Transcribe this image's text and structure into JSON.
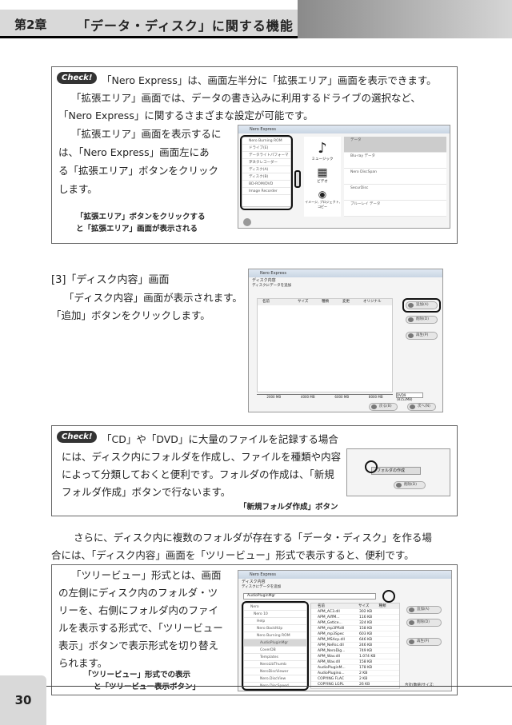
{
  "header": {
    "chapter": "第2章",
    "title": "「データ・ディスク」に関する機能"
  },
  "check_label": "Check!",
  "box1": {
    "lines": [
      "「Nero Express」は、画面左半分に「拡張エリア」画面を表示できます。",
      "「拡張エリア」画面では、データの書き込みに利用するドライブの選択など、",
      "「Nero Express」に関するさまざまな設定が可能です。",
      "「拡張エリア」画面を表示するに",
      "は、「Nero Express」画面左にあ",
      "る「拡張エリア」ボタンをクリック",
      "します。"
    ],
    "caption": [
      "「拡張エリア」ボタンをクリックする",
      "と「拡張エリア」画面が表示される"
    ]
  },
  "section3": {
    "heading": "[3]「ディスク内容」画面",
    "lines": [
      "「ディスク内容」画面が表示されます。",
      "「追加」ボタンをクリックします。"
    ]
  },
  "box2": {
    "lines": [
      "「CD」や「DVD」に大量のファイルを記録する場合",
      "には、ディスク内にフォルダを作成し、ファイルを種類や内容",
      "によって分類しておくと便利です。フォルダの作成は、「新規",
      "フォルダ作成」ボタンで行ないます。"
    ],
    "caption": "「新規フォルダ作成」ボタン"
  },
  "para": [
    "さらに、ディスク内に複数のフォルダが存在する「データ・ディスク」を作る場",
    "合には、「ディスク内容」画面を「ツリービュー」形式で表示すると、便利です。"
  ],
  "box3": {
    "lines": [
      "「ツリービュー」形式とは、画面",
      "の左側にディスク内のフォルダ・ツ",
      "リーを、右側にフォルダ内のファイ",
      "ルを表示する形式で、「ツリービュー",
      "表示」ボタンで表示形式を切り替え",
      "られます。"
    ],
    "caption": [
      "「ツリービュー」形式での表示",
      "と「ツリービュー表示ボタン」"
    ]
  },
  "screens": {
    "app_title": "Nero Express",
    "disc_content": "ディスク内容",
    "disc_sub": "ディスクにデータを追加",
    "add_button": "追加(A)",
    "delete_button": "削除(D)",
    "play_button": "再生(P)",
    "back_button": "戻る(B)",
    "next_button": "次へ(N)",
    "new_folder_button": "フォルダの作成",
    "columns": [
      "名前",
      "サイズ",
      "種類",
      "変更",
      "オリジナル"
    ],
    "scale": [
      "2000 MB",
      "4000 MB",
      "6000 MB",
      "8000 MB"
    ],
    "disc_type": "DVD9 (8152MB)",
    "total": "合計(数値)サイズ:",
    "tree_path": "AudioPluginMgr",
    "tree": [
      "Nero",
      "Nero 10",
      "Help",
      "Nero BackItUp",
      "Nero Burning ROM",
      "AudioPluginMgr",
      "CoverDB",
      "Templates",
      "NeroLibThumb",
      "NeroDiscViewer",
      "Nero.DiscView",
      "Nero DiscSpeed"
    ],
    "files": [
      "APM_AC3.dll",
      "APM_AiffM...",
      "APM_GetIce...",
      "APM_mp3PRdll",
      "APM_mp3Spec",
      "APM_MSAcp.dll",
      "APM_NeRsc.dll",
      "APM_NeroDig...",
      "APM_Wav.dll",
      "APM_Wav.dll",
      "AudioPluginM...",
      "AudioPlugino...",
      "COPYING FLAC",
      "COPYING LGPL"
    ],
    "sizes": [
      "302 KB",
      "116 KB",
      "324 KB",
      "158 KB",
      "603 KB",
      "646 KB",
      "246 KB",
      "749 KB",
      "1.074 KB",
      "158 KB",
      "178 KB",
      "2 KB",
      "2 KB",
      "26 KB"
    ],
    "left_panel": [
      "Nero Burning ROM",
      "ドライブ(E)",
      "データライトパフォーマンス",
      "データレコーダー",
      "ディスク(A)",
      "ディスク(B)",
      "BD-ROM/DVD",
      "Image Recorder"
    ],
    "right_items": [
      "データ",
      "Blu-ray データ",
      "Nero DiscSpan",
      "SecurDisc",
      "ブルーレイ データ"
    ],
    "icons": [
      "ミュージック",
      "ビデオ",
      "イメージ, プロジェクト, コピー"
    ]
  },
  "page_number": "30"
}
